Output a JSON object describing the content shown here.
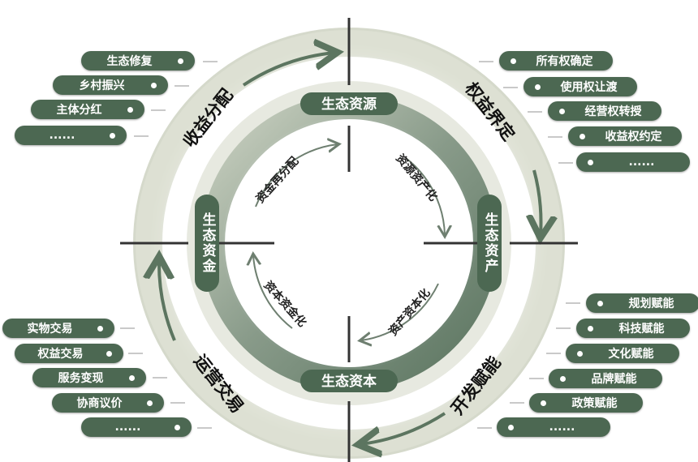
{
  "core": {
    "quadrants": [
      "生态资源",
      "生态资产",
      "生态资本",
      "生态资金"
    ],
    "processes": [
      "资源资产化",
      "资产资本化",
      "资本资金化",
      "资金再分配"
    ]
  },
  "stages": [
    "权益界定",
    "开发赋能",
    "运营交易",
    "收益分配"
  ],
  "lists": {
    "distribution": [
      "生态修复",
      "乡村振兴",
      "主体分红",
      "......"
    ],
    "rights": [
      "所有权确定",
      "使用权让渡",
      "经营权转授",
      "收益权约定",
      "......"
    ],
    "empowerment": [
      "规划赋能",
      "科技赋能",
      "文化赋能",
      "品牌赋能",
      "政策赋能",
      "......"
    ],
    "trading": [
      "实物交易",
      "权益交易",
      "服务变现",
      "协商议价",
      "......"
    ]
  },
  "colors": {
    "dark_green": "#4c6852",
    "light_band": "#dfe2d6",
    "arrow": "#5c7560"
  }
}
